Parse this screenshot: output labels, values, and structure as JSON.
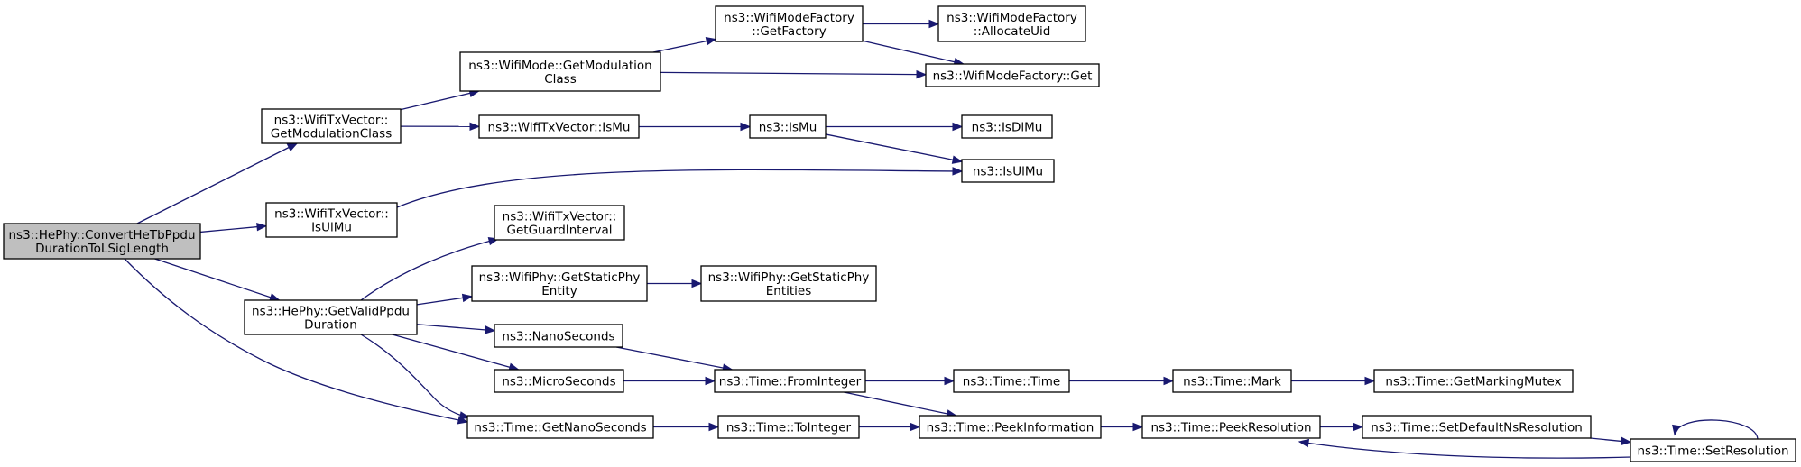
{
  "graph": {
    "colors": {
      "edge": "#191970",
      "root_fill": "#bfbfbf",
      "node_fill": "#ffffff",
      "node_border": "#000000"
    },
    "nodes": [
      {
        "id": "root",
        "lines": [
          "ns3::HePhy::ConvertHeTbPpdu",
          "DurationToLSigLength"
        ],
        "root": true
      },
      {
        "id": "getModulationClass",
        "lines": [
          "ns3::WifiTxVector::",
          "GetModulationClass"
        ]
      },
      {
        "id": "txIsUlMu",
        "lines": [
          "ns3::WifiTxVector::",
          "IsUlMu"
        ]
      },
      {
        "id": "getValidPpduDuration",
        "lines": [
          "ns3::HePhy::GetValidPpdu",
          "Duration"
        ]
      },
      {
        "id": "getNanoSeconds",
        "lines": [
          "ns3::Time::GetNanoSeconds"
        ]
      },
      {
        "id": "modeGetModulationClass",
        "lines": [
          "ns3::WifiMode::GetModulation",
          "Class"
        ]
      },
      {
        "id": "txIsMu",
        "lines": [
          "ns3::WifiTxVector::IsMu"
        ]
      },
      {
        "id": "getFactory",
        "lines": [
          "ns3::WifiModeFactory",
          "::GetFactory"
        ]
      },
      {
        "id": "allocateUid",
        "lines": [
          "ns3::WifiModeFactory",
          "::AllocateUid"
        ]
      },
      {
        "id": "factoryGet",
        "lines": [
          "ns3::WifiModeFactory::Get"
        ]
      },
      {
        "id": "isMu",
        "lines": [
          "ns3::IsMu"
        ]
      },
      {
        "id": "isDlMu",
        "lines": [
          "ns3::IsDlMu"
        ]
      },
      {
        "id": "isUlMu",
        "lines": [
          "ns3::IsUlMu"
        ]
      },
      {
        "id": "getGuardInterval",
        "lines": [
          "ns3::WifiTxVector::",
          "GetGuardInterval"
        ]
      },
      {
        "id": "getStaticPhyEntity",
        "lines": [
          "ns3::WifiPhy::GetStaticPhy",
          "Entity"
        ]
      },
      {
        "id": "getStaticPhyEntities",
        "lines": [
          "ns3::WifiPhy::GetStaticPhy",
          "Entities"
        ]
      },
      {
        "id": "nanoSeconds",
        "lines": [
          "ns3::NanoSeconds"
        ]
      },
      {
        "id": "microSeconds",
        "lines": [
          "ns3::MicroSeconds"
        ]
      },
      {
        "id": "fromInteger",
        "lines": [
          "ns3::Time::FromInteger"
        ]
      },
      {
        "id": "timeTime",
        "lines": [
          "ns3::Time::Time"
        ]
      },
      {
        "id": "timeMark",
        "lines": [
          "ns3::Time::Mark"
        ]
      },
      {
        "id": "getMarkingMutex",
        "lines": [
          "ns3::Time::GetMarkingMutex"
        ]
      },
      {
        "id": "toInteger",
        "lines": [
          "ns3::Time::ToInteger"
        ]
      },
      {
        "id": "peekInformation",
        "lines": [
          "ns3::Time::PeekInformation"
        ]
      },
      {
        "id": "peekResolution",
        "lines": [
          "ns3::Time::PeekResolution"
        ]
      },
      {
        "id": "setDefaultNsResolution",
        "lines": [
          "ns3::Time::SetDefaultNsResolution"
        ]
      },
      {
        "id": "setResolution",
        "lines": [
          "ns3::Time::SetResolution"
        ]
      }
    ],
    "edges": [
      {
        "from": "root",
        "to": "getModulationClass"
      },
      {
        "from": "root",
        "to": "txIsUlMu"
      },
      {
        "from": "root",
        "to": "getValidPpduDuration"
      },
      {
        "from": "root",
        "to": "getNanoSeconds"
      },
      {
        "from": "getModulationClass",
        "to": "modeGetModulationClass"
      },
      {
        "from": "getModulationClass",
        "to": "txIsMu"
      },
      {
        "from": "modeGetModulationClass",
        "to": "getFactory"
      },
      {
        "from": "modeGetModulationClass",
        "to": "factoryGet"
      },
      {
        "from": "getFactory",
        "to": "allocateUid"
      },
      {
        "from": "getFactory",
        "to": "factoryGet"
      },
      {
        "from": "txIsMu",
        "to": "isMu"
      },
      {
        "from": "isMu",
        "to": "isDlMu"
      },
      {
        "from": "isMu",
        "to": "isUlMu"
      },
      {
        "from": "txIsUlMu",
        "to": "isUlMu"
      },
      {
        "from": "getValidPpduDuration",
        "to": "getGuardInterval"
      },
      {
        "from": "getValidPpduDuration",
        "to": "getStaticPhyEntity"
      },
      {
        "from": "getValidPpduDuration",
        "to": "nanoSeconds"
      },
      {
        "from": "getValidPpduDuration",
        "to": "microSeconds"
      },
      {
        "from": "getValidPpduDuration",
        "to": "getNanoSeconds"
      },
      {
        "from": "getStaticPhyEntity",
        "to": "getStaticPhyEntities"
      },
      {
        "from": "nanoSeconds",
        "to": "fromInteger"
      },
      {
        "from": "microSeconds",
        "to": "fromInteger"
      },
      {
        "from": "fromInteger",
        "to": "timeTime"
      },
      {
        "from": "fromInteger",
        "to": "peekInformation"
      },
      {
        "from": "timeTime",
        "to": "timeMark"
      },
      {
        "from": "timeMark",
        "to": "getMarkingMutex"
      },
      {
        "from": "getNanoSeconds",
        "to": "toInteger"
      },
      {
        "from": "toInteger",
        "to": "peekInformation"
      },
      {
        "from": "peekInformation",
        "to": "peekResolution"
      },
      {
        "from": "peekResolution",
        "to": "setDefaultNsResolution"
      },
      {
        "from": "setDefaultNsResolution",
        "to": "setResolution"
      },
      {
        "from": "setResolution",
        "to": "peekResolution"
      },
      {
        "from": "setResolution",
        "to": "setResolution"
      }
    ]
  }
}
